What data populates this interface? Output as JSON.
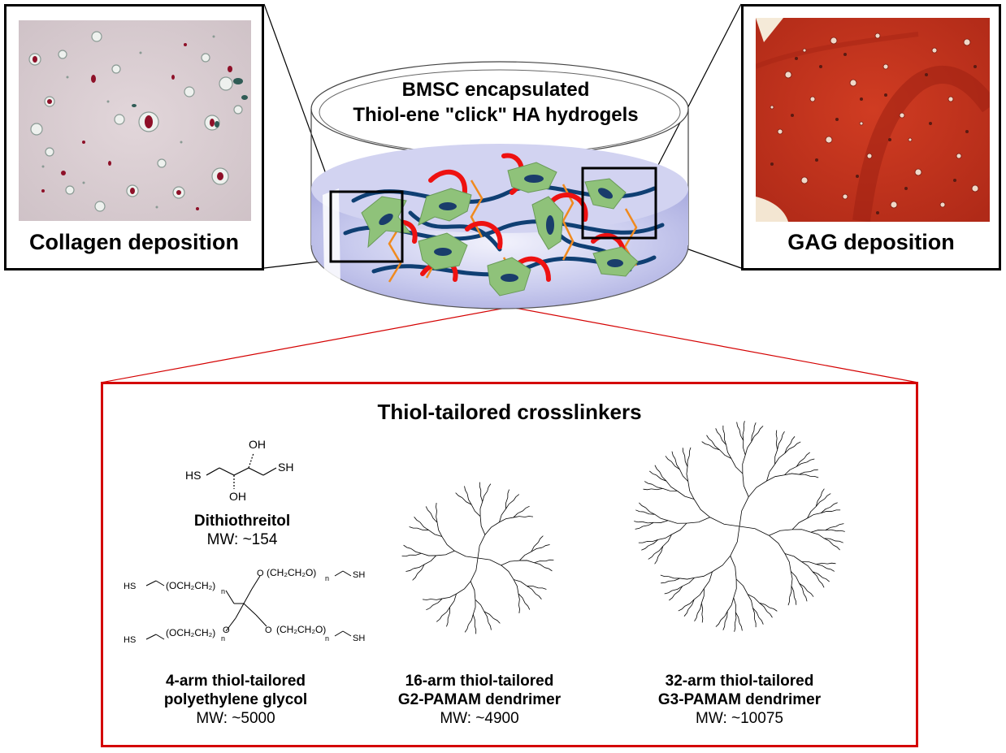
{
  "dish": {
    "title_line1": "BMSC encapsulated",
    "title_line2": "Thiol-ene \"click\" HA hydrogels"
  },
  "left_panel": {
    "label": "Collagen deposition"
  },
  "right_panel": {
    "label": "GAG deposition"
  },
  "crosslinkers": {
    "heading": "Thiol-tailored crosslinkers",
    "dtt": {
      "name": "Dithiothreitol",
      "mw": "MW: ~154",
      "atoms": {
        "oh_top": "OH",
        "oh_bottom": "OH",
        "sh_left": "HS",
        "sh_right": "SH"
      }
    },
    "peg": {
      "name_line1": "4-arm thiol-tailored",
      "name_line2": "polyethylene glycol",
      "mw": "MW: ~5000",
      "atoms": {
        "hs": "HS",
        "sh": "SH",
        "unit_a": "(OCH₂CH₂)",
        "unit_b": "(CH₂CH₂O)",
        "o": "O",
        "n": "n"
      }
    },
    "g2": {
      "name_line1": "16-arm thiol-tailored",
      "name_line2": "G2-PAMAM dendrimer",
      "mw": "MW: ~4900"
    },
    "g3": {
      "name_line1": "32-arm thiol-tailored",
      "name_line2": "G3-PAMAM dendrimer",
      "mw": "MW: ~10075"
    }
  },
  "colors": {
    "frame_red": "#d40000",
    "gel_fill": "#c4c6ec",
    "polymer_blue": "#0f3f73",
    "crosslinker_red": "#ee1111",
    "crosslinker_orange": "#f08a1e",
    "cell_green": "#8fc27a",
    "nucleus": "#1a3d6b",
    "gag_stain": "#c8321e",
    "collagen_bg": "#dcd0d4"
  }
}
